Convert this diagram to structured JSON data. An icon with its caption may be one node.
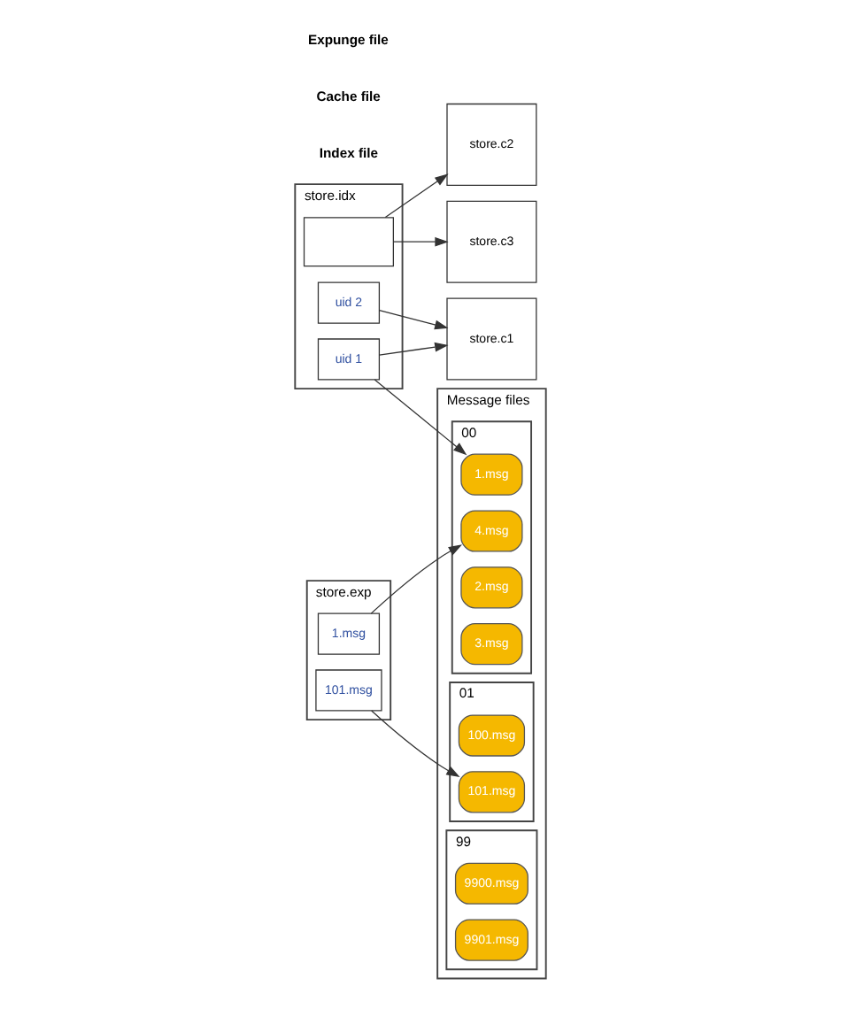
{
  "diagram": {
    "nodes": [
      {
        "text": [
          "store.idx"
        ]
      },
      {
        "text": [
          "uid 1"
        ],
        "in": 0
      },
      {
        "text": [
          "uid 2"
        ],
        "in": 0
      },
      {
        "text": [],
        "shape": "box",
        "in": 0
      },
      {
        "text": [
          "store.c1"
        ]
      },
      {
        "text": [
          "store.c2"
        ]
      },
      {
        "text": [
          "store.c3"
        ]
      },
      {
        "text": [
          "store.exp"
        ]
      },
      {
        "text": [
          "1.msg"
        ],
        "in": 7
      },
      {
        "text": [
          "101.msg"
        ],
        "in": 7
      },
      {
        "text": [
          "Message files"
        ]
      },
      {
        "text": [
          "00"
        ],
        "in": 10
      },
      {
        "text": [
          "1.msg"
        ],
        "in": 11
      },
      {
        "text": [
          "4.msg"
        ],
        "in": 11
      },
      {
        "text": [
          "2.msg"
        ],
        "in": 11
      },
      {
        "text": [
          "3.msg"
        ],
        "in": 11
      },
      {
        "text": [
          "01"
        ],
        "in": 10
      },
      {
        "text": [
          "100.msg"
        ],
        "in": 16
      },
      {
        "text": [
          "101.msg"
        ],
        "in": 16
      },
      {
        "text": [
          "99"
        ],
        "in": 10
      },
      {
        "text": [
          "9900.msg"
        ],
        "in": 19
      },
      {
        "text": [
          "9901.msg"
        ],
        "in": 19
      }
    ],
    "edges": [
      {
        "from": 1,
        "to": 4,
        "arrow": "to"
      },
      {
        "from": 1,
        "to": 12,
        "arrow": "to"
      },
      {
        "from": 2,
        "to": 4,
        "arrow": "to"
      },
      {
        "from": 3,
        "to": 5,
        "arrow": "to"
      },
      {
        "from": 3,
        "to": 6,
        "arrow": "to"
      },
      {
        "from": 8,
        "to": 13,
        "arrow": "to"
      },
      {
        "from": 9,
        "to": 18,
        "arrow": "to"
      }
    ],
    "labels": [
      "Index file",
      "Cache file",
      "Expunge file"
    ]
  }
}
